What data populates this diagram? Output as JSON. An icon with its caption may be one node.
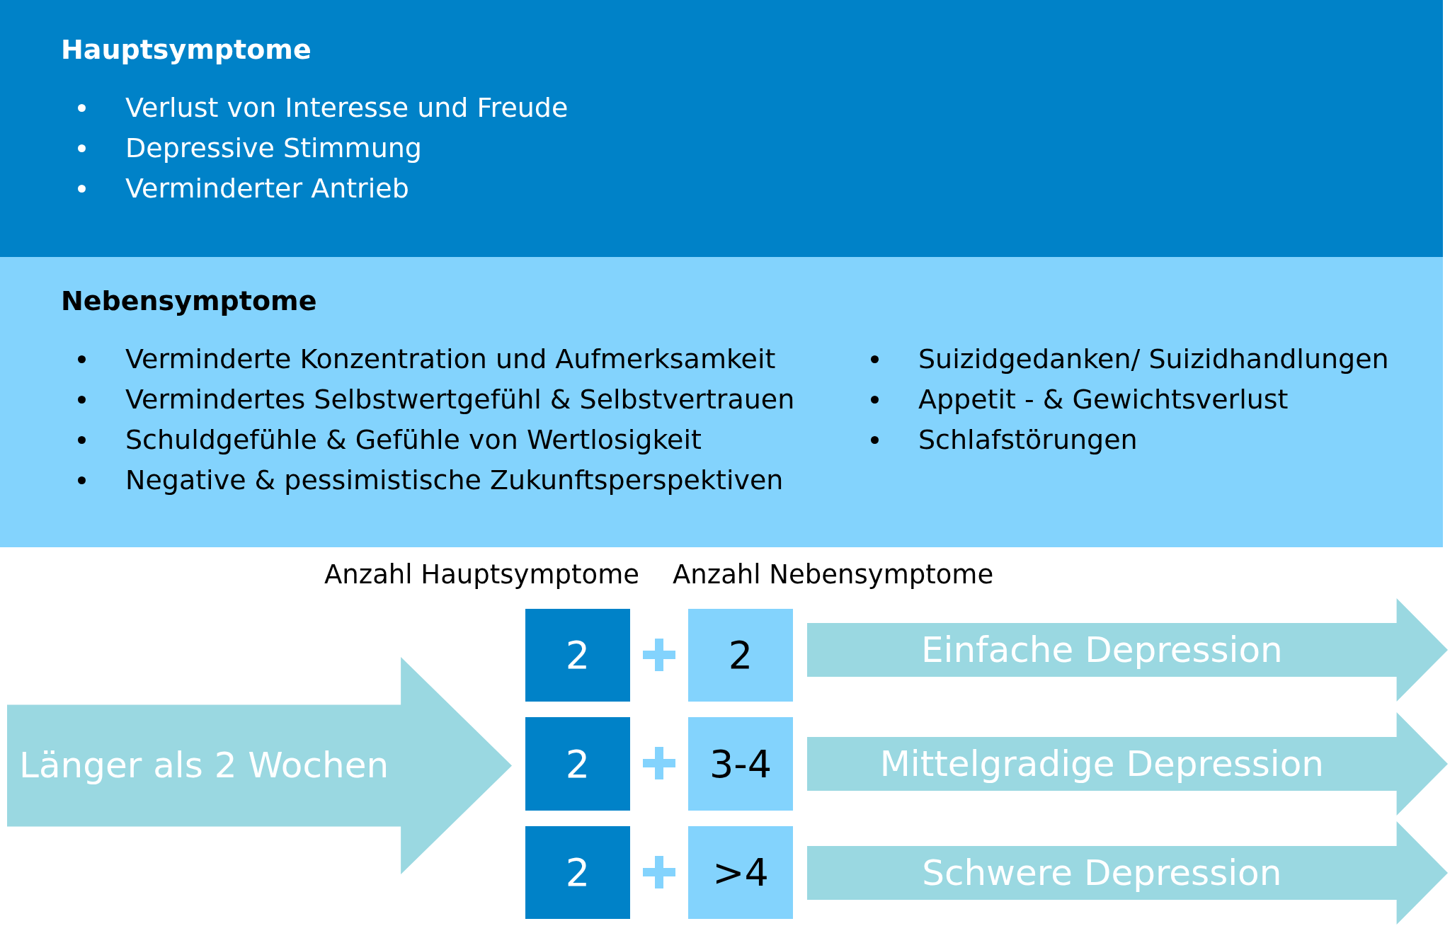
{
  "diagram": {
    "nodes": [
      {
        "text": [
          "Hauptsymptome",
          "Verlust von Interesse und Freude",
          "Depressive Stimmung",
          "Verminderter Antrieb"
        ]
      },
      {
        "text": [
          "Nebensymptome",
          "Verminderte Konzentration und Aufmerksamkeit",
          "Vermindertes Selbstwertgefühl & Selbstvertrauen",
          "Schuldgefühle & Gefühle von Wertlosigkeit",
          "Negative & pessimistische Zukunftsperspektiven",
          "Suizidgedanken/ Suizidhandlungen",
          "Appetit - & Gewichtsverlust",
          "Schlafstörungen"
        ]
      },
      {
        "text": [
          "Länger als 2 Wochen"
        ]
      },
      {
        "text": [
          "2"
        ]
      },
      {
        "text": [
          "2"
        ]
      },
      {
        "text": [
          "Einfache Depression"
        ]
      },
      {
        "text": [
          "2"
        ]
      },
      {
        "text": [
          "3-4"
        ]
      },
      {
        "text": [
          "Mittelgradige Depression"
        ]
      },
      {
        "text": [
          "2"
        ]
      },
      {
        "text": [
          ">4"
        ]
      },
      {
        "text": [
          "Schwere Depression"
        ]
      }
    ],
    "edges": [],
    "labels": [
      "Anzahl Hauptsymptome",
      "Anzahl Nebensymptome"
    ]
  }
}
